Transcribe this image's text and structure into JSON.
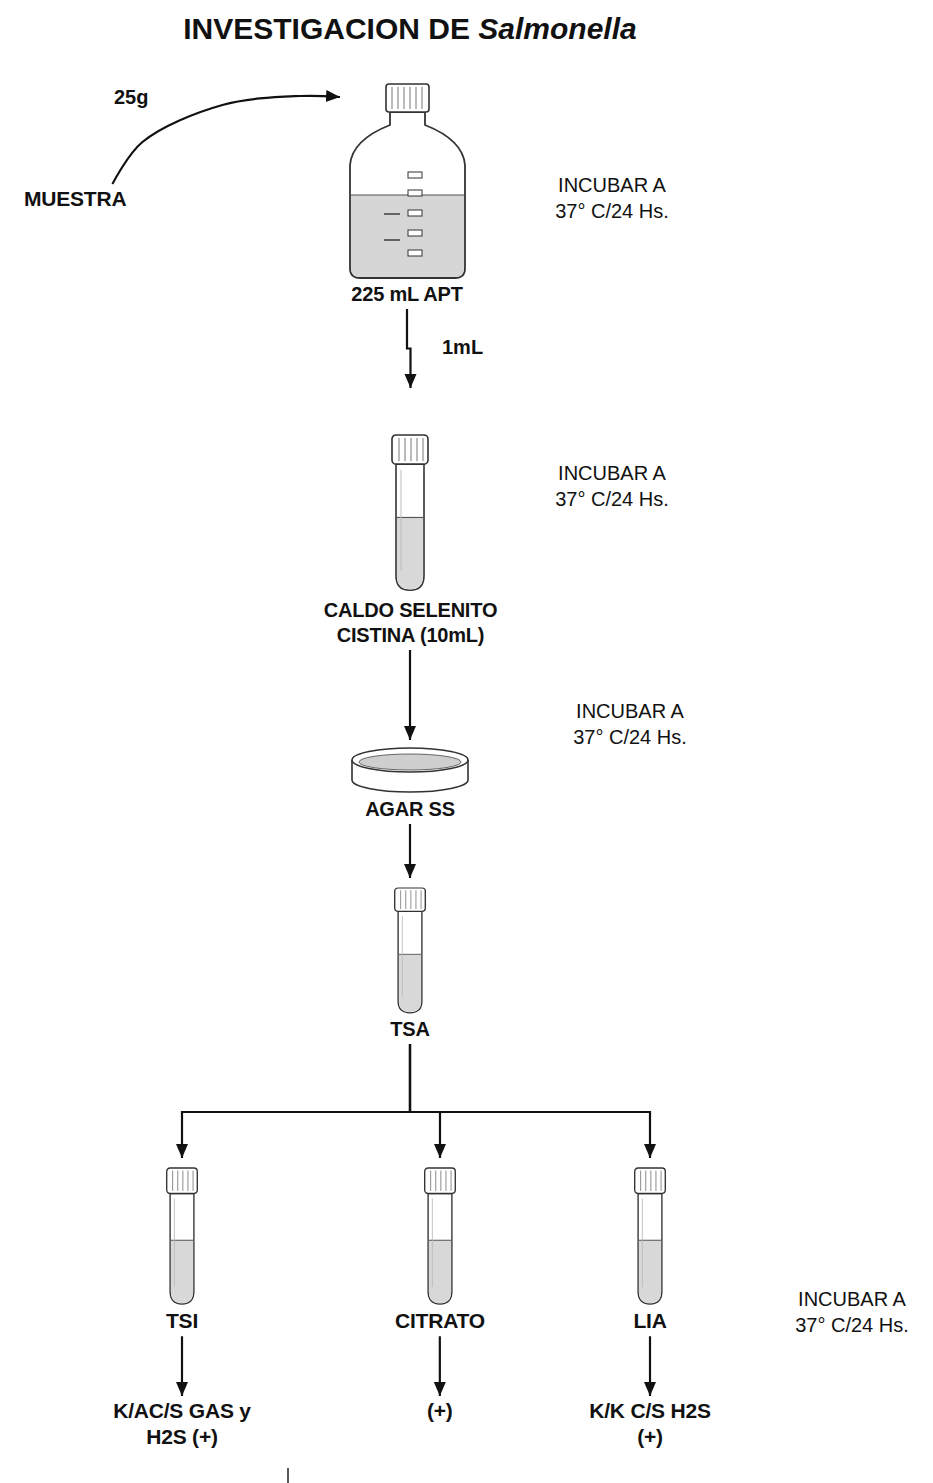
{
  "diagram": {
    "title": "INVESTIGACION DE Salmonella",
    "nodes": [
      {
        "text": [
          "MUESTRA"
        ]
      },
      {
        "text": [
          "225 mL APT"
        ]
      },
      {
        "text": [
          "CALDO SELENITO CISTINA (10mL)"
        ]
      },
      {
        "text": [
          "AGAR SS"
        ]
      },
      {
        "text": [
          "TSA"
        ]
      },
      {
        "text": [
          "TSI"
        ]
      },
      {
        "text": [
          "CITRATO"
        ]
      },
      {
        "text": [
          "LIA"
        ]
      },
      {
        "text": [
          "K/AC/S GAS y H2S (+)"
        ]
      },
      {
        "text": [
          "(+)"
        ]
      },
      {
        "text": [
          "K/K C/S H2S (+)"
        ]
      }
    ],
    "edges": [
      {
        "from": 0,
        "to": 1,
        "label": "25g",
        "arrow": "to"
      },
      {
        "from": 1,
        "to": 2,
        "label": "1mL",
        "arrow": "to"
      },
      {
        "from": 2,
        "to": 3,
        "arrow": "to"
      },
      {
        "from": 3,
        "to": 4,
        "arrow": "to"
      },
      {
        "from": 4,
        "to": 5,
        "arrow": "to"
      },
      {
        "from": 4,
        "to": 6,
        "arrow": "to"
      },
      {
        "from": 4,
        "to": 7,
        "arrow": "to"
      },
      {
        "from": 5,
        "to": 8,
        "arrow": "to"
      },
      {
        "from": 6,
        "to": 9,
        "arrow": "to"
      },
      {
        "from": 7,
        "to": 10,
        "arrow": "to"
      }
    ],
    "labels": [
      "INCUBAR A 37° C/24 Hs.",
      "INCUBAR A 37° C/24 Hs.",
      "INCUBAR A 37° C/24 Hs.",
      "INCUBAR A 37° C/24 Hs."
    ]
  }
}
